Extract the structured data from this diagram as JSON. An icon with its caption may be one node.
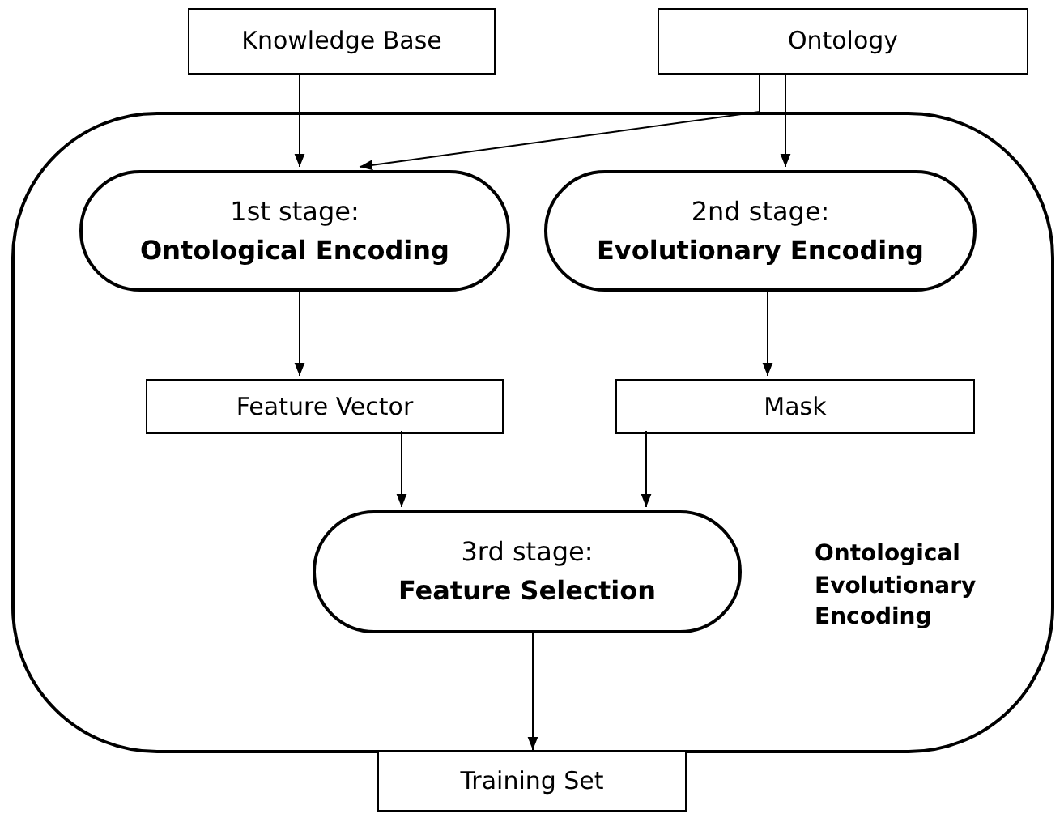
{
  "diagram": {
    "nodes": [
      {
        "text": [
          "Knowledge Base"
        ]
      },
      {
        "text": [
          "Ontology"
        ]
      },
      {
        "text": [
          "Ontological Evolutionary Encoding"
        ]
      },
      {
        "text": [
          "1st stage:",
          "Ontological Encoding"
        ],
        "in": 2
      },
      {
        "text": [
          "2nd stage:",
          "Evolutionary Encoding"
        ],
        "in": 2
      },
      {
        "text": [
          "Feature Vector"
        ],
        "in": 2
      },
      {
        "text": [
          "Mask"
        ],
        "in": 2
      },
      {
        "text": [
          "3rd stage:",
          "Feature Selection"
        ],
        "in": 2
      },
      {
        "text": [
          "Training Set"
        ]
      }
    ],
    "edges": [
      {
        "from": 0,
        "to": 3,
        "arrow": "to"
      },
      {
        "from": 1,
        "to": 3,
        "arrow": "to"
      },
      {
        "from": 1,
        "to": 4,
        "arrow": "to"
      },
      {
        "from": 3,
        "to": 5,
        "arrow": "to"
      },
      {
        "from": 4,
        "to": 6,
        "arrow": "to"
      },
      {
        "from": 5,
        "to": 7,
        "arrow": "to"
      },
      {
        "from": 6,
        "to": 7,
        "arrow": "to"
      },
      {
        "from": 7,
        "to": 8,
        "arrow": "to"
      }
    ]
  }
}
